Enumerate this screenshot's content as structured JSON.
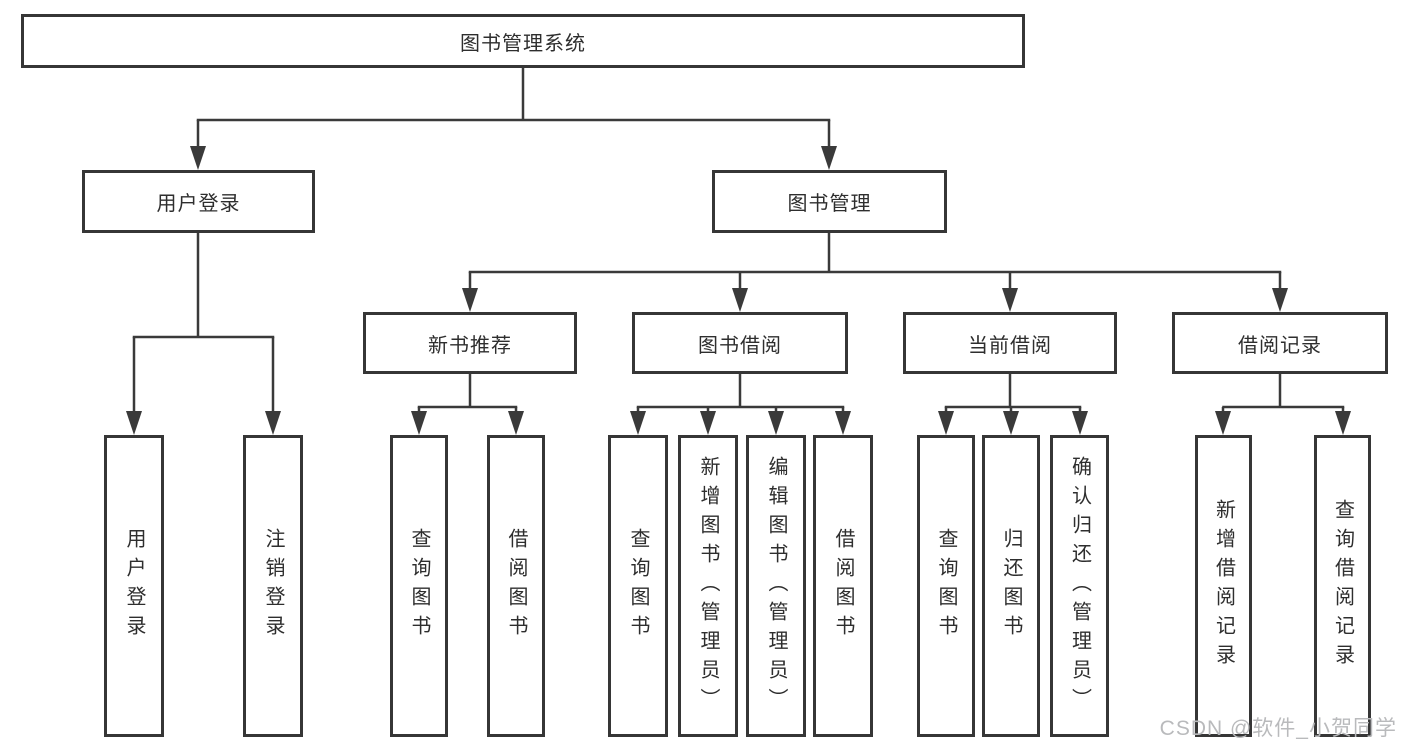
{
  "diagram_type": "functional-structure-tree",
  "tree": {
    "label": "图书管理系统",
    "children": [
      {
        "label": "用户登录",
        "children": [
          {
            "label": "用户登录"
          },
          {
            "label": "注销登录"
          }
        ]
      },
      {
        "label": "图书管理",
        "children": [
          {
            "label": "新书推荐",
            "children": [
              {
                "label": "查询图书"
              },
              {
                "label": "借阅图书"
              }
            ]
          },
          {
            "label": "图书借阅",
            "children": [
              {
                "label": "查询图书"
              },
              {
                "label": "新增图书（管理员）"
              },
              {
                "label": "编辑图书（管理员）"
              },
              {
                "label": "借阅图书"
              }
            ]
          },
          {
            "label": "当前借阅",
            "children": [
              {
                "label": "查询图书"
              },
              {
                "label": "归还图书"
              },
              {
                "label": "确认归还（管理员）"
              }
            ]
          },
          {
            "label": "借阅记录",
            "children": [
              {
                "label": "新增借阅记录"
              },
              {
                "label": "查询借阅记录"
              }
            ]
          }
        ]
      }
    ]
  },
  "colors": {
    "line": "#3a3a3a",
    "border": "#363636",
    "text": "#2e2e2e",
    "watermark": "#b9babc",
    "background": "#ffffff"
  },
  "watermark": {
    "text": "CSDN @软件_小贺同学"
  }
}
